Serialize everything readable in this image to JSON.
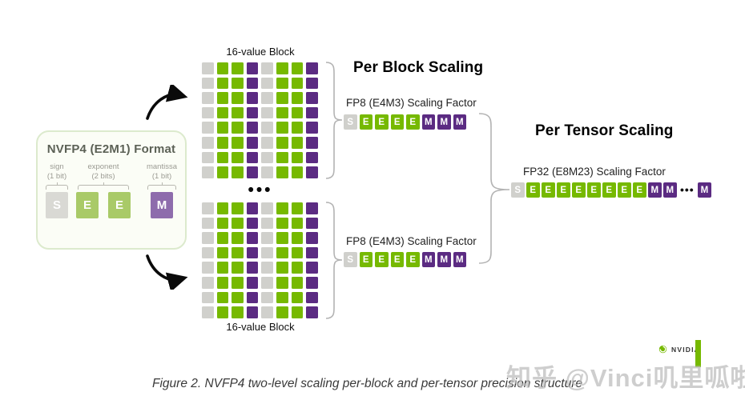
{
  "format_card": {
    "title": "NVFP4 (E2M1) Format",
    "fields": [
      {
        "label": "sign",
        "bits_label": "(1 bit)",
        "bits": [
          "S"
        ]
      },
      {
        "label": "exponent",
        "bits_label": "(2 bits)",
        "bits": [
          "E",
          "E"
        ]
      },
      {
        "label": "mantissa",
        "bits_label": "(1 bit)",
        "bits": [
          "M"
        ]
      }
    ]
  },
  "blocks": {
    "rows": 8,
    "column_pattern": [
      "S",
      "E",
      "E",
      "M",
      "S",
      "E",
      "E",
      "M"
    ],
    "top": {
      "label": "16-value Block"
    },
    "bottom": {
      "label": "16-value Block"
    },
    "ellipsis": "•••"
  },
  "per_block": {
    "title": "Per Block Scaling",
    "top": {
      "factor_label": "FP8 (E4M3) Scaling Factor",
      "bits": [
        "S",
        "E",
        "E",
        "E",
        "E",
        "M",
        "M",
        "M"
      ]
    },
    "bottom": {
      "factor_label": "FP8 (E4M3) Scaling Factor",
      "bits": [
        "S",
        "E",
        "E",
        "E",
        "E",
        "M",
        "M",
        "M"
      ]
    }
  },
  "per_tensor": {
    "title": "Per Tensor Scaling",
    "factor_label": "FP32 (E8M23) Scaling Factor",
    "bits": [
      "S",
      "E",
      "E",
      "E",
      "E",
      "E",
      "E",
      "E",
      "E",
      "M",
      "M",
      "•••",
      "M"
    ]
  },
  "footer": {
    "caption": "Figure 2. NVFP4 two-level scaling per-block and per-tensor precision structure",
    "watermark": "知乎 @Vinci叽里呱啦",
    "logo_text": "NVIDIA"
  },
  "colors": {
    "nvidia_green": "#76b900",
    "block_purple": "#5b2b82",
    "block_gray": "#d0d0cc",
    "card_green": "#a9ca68",
    "card_purple": "#8e6cac",
    "card_gray": "#d9d9d4",
    "brace_gray": "#b3b3b3",
    "arrow_black": "#0a0a0a"
  }
}
